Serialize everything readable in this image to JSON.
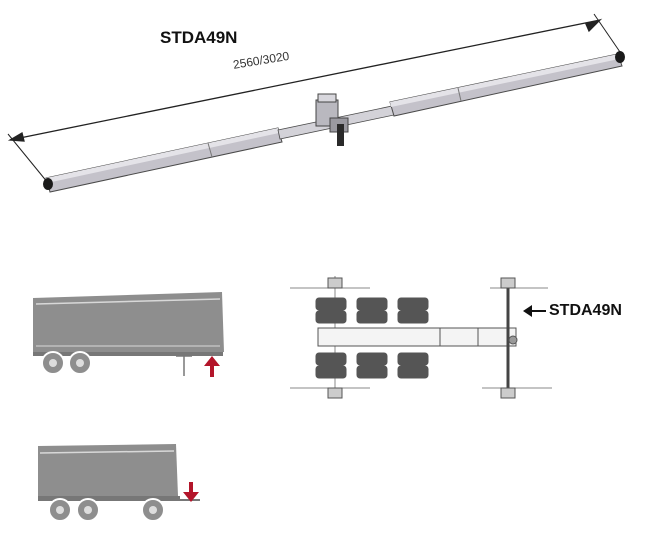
{
  "product": {
    "code": "STDA49N"
  },
  "dimension": {
    "label": "2560/3020"
  },
  "chassis_view": {
    "callout": "STDA49N"
  },
  "colors": {
    "arrow": "#b3152a",
    "body": "#8e8e8e",
    "bar": "#c9c7cf",
    "outline": "#2a2a2a"
  },
  "icons": {
    "semitrailer_arrow": "arrow-up-icon",
    "trailer_arrow": "arrow-down-icon",
    "callout_arrow": "arrow-left-icon"
  }
}
